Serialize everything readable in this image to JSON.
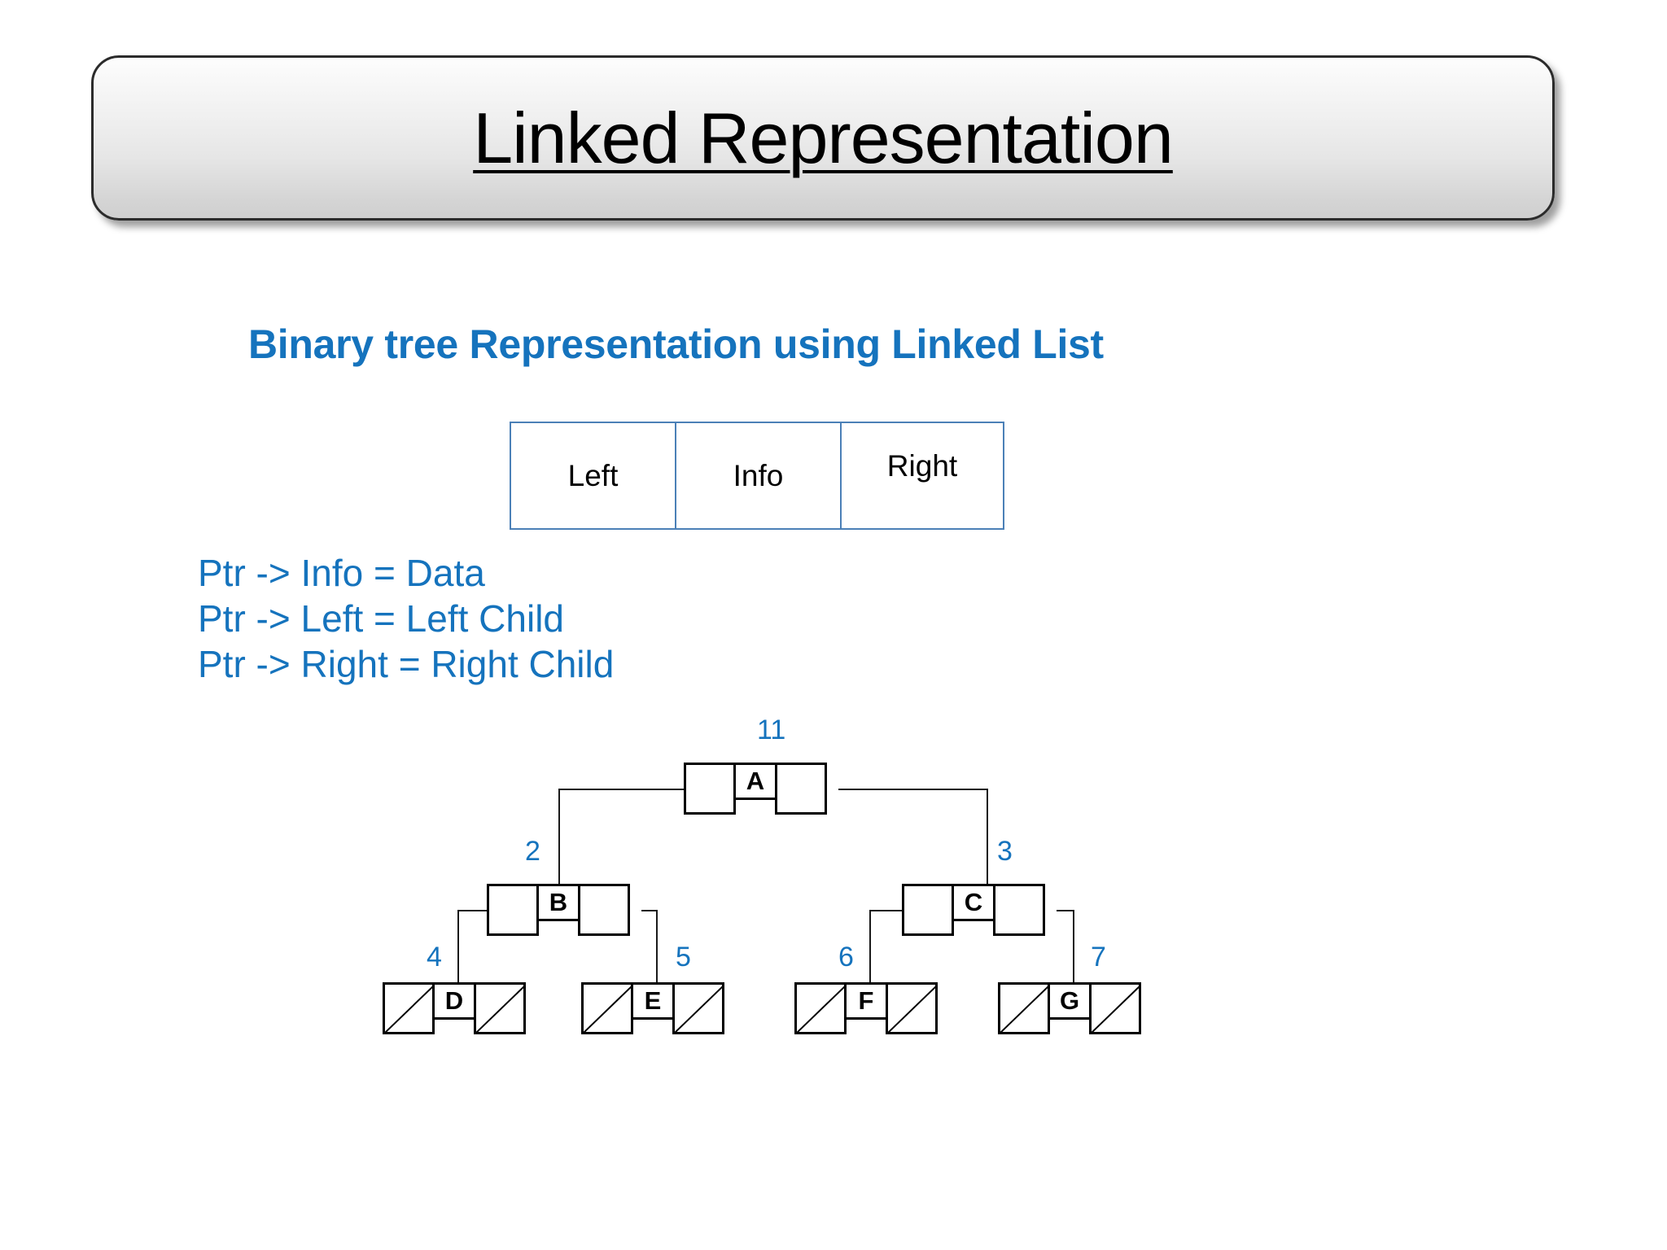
{
  "slide": {
    "title": "Linked Representation",
    "subtitle": "Binary tree Representation using Linked List",
    "accent_color": "#1573bd",
    "table_border_color": "#4b80b7",
    "node_border_color": "#000000"
  },
  "node_struct": {
    "cells": [
      {
        "label": "Left"
      },
      {
        "label": "Info"
      },
      {
        "label": "Right"
      }
    ]
  },
  "ptr_legend": {
    "lines": [
      "Ptr -> Info = Data",
      "Ptr -> Left = Left Child",
      "Ptr -> Right = Right Child"
    ]
  },
  "tree": {
    "type": "binary-tree-linked-list",
    "nodes": [
      {
        "id": "A",
        "label": "A",
        "index": "11",
        "level": 0,
        "left_child": "B",
        "right_child": "C",
        "left_null": false,
        "right_null": false
      },
      {
        "id": "B",
        "label": "B",
        "index": "2",
        "level": 1,
        "left_child": "D",
        "right_child": "E",
        "left_null": false,
        "right_null": false
      },
      {
        "id": "C",
        "label": "C",
        "index": "3",
        "level": 1,
        "left_child": "F",
        "right_child": "G",
        "left_null": false,
        "right_null": false
      },
      {
        "id": "D",
        "label": "D",
        "index": "4",
        "level": 2,
        "left_child": null,
        "right_child": null,
        "left_null": true,
        "right_null": true
      },
      {
        "id": "E",
        "label": "E",
        "index": "5",
        "level": 2,
        "left_child": null,
        "right_child": null,
        "left_null": true,
        "right_null": true
      },
      {
        "id": "F",
        "label": "F",
        "index": "6",
        "level": 2,
        "left_child": null,
        "right_child": null,
        "left_null": true,
        "right_null": true
      },
      {
        "id": "G",
        "label": "G",
        "index": "7",
        "level": 2,
        "left_child": null,
        "right_child": null,
        "left_null": true,
        "right_null": true
      }
    ]
  }
}
